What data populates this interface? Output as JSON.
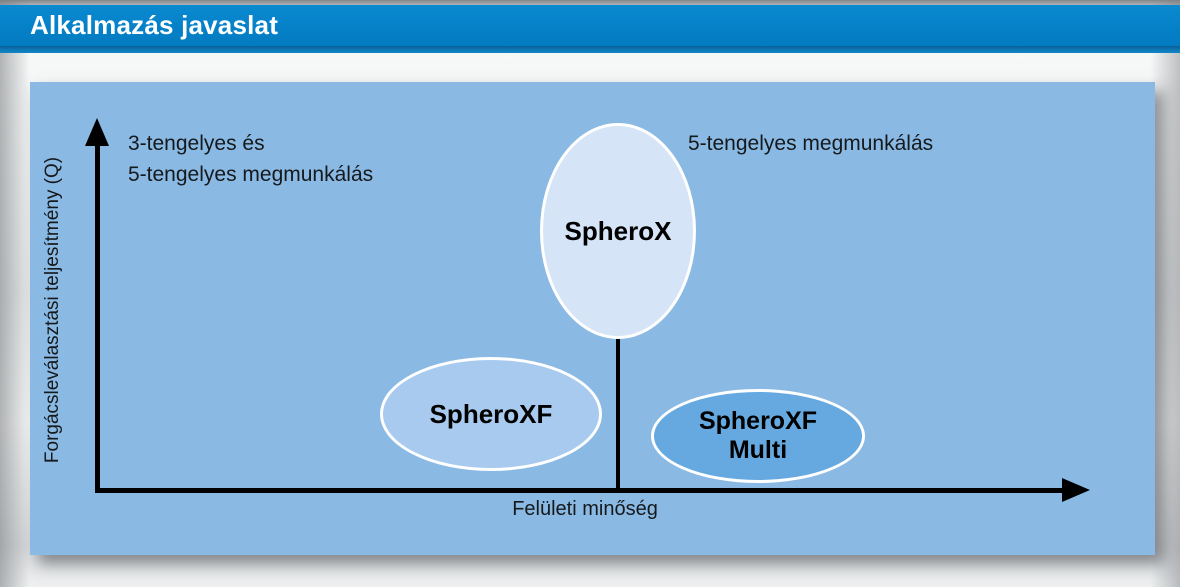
{
  "header": {
    "title": "Alkalmazás javaslat"
  },
  "chart_data": {
    "type": "scatter",
    "subtype": "qualitative-positioning-bubble-map",
    "title": "Alkalmazás javaslat",
    "xlabel": "Felületi minőség",
    "ylabel": "Forgácsleválasztási teljesítmény (Q)",
    "x_range": [
      0,
      1
    ],
    "y_range": [
      0,
      1
    ],
    "grid": false,
    "legend": false,
    "annotations": [
      {
        "position": "top-left",
        "lines": [
          "3-tengelyes és",
          "5-tengelyes megmunkálás"
        ]
      },
      {
        "position": "top-right",
        "lines": [
          "5-tengelyes megmunkálás"
        ]
      }
    ],
    "series": [
      {
        "name": "SpheroX",
        "label_lines": [
          "SpheroX"
        ],
        "x": 0.52,
        "y": 0.7,
        "x_extent": 0.16,
        "y_extent": 0.59,
        "fill": "#d5e4f6",
        "border": "#ffffff",
        "connector_to_x_axis": true
      },
      {
        "name": "SpheroXF",
        "label_lines": [
          "SpheroXF"
        ],
        "x": 0.4,
        "y": 0.21,
        "x_extent": 0.22,
        "y_extent": 0.31,
        "fill": "#a7caee",
        "border": "#ffffff",
        "connector_to_x_axis": false
      },
      {
        "name": "SpheroXF Multi",
        "label_lines": [
          "SpheroXF",
          "Multi"
        ],
        "x": 0.67,
        "y": 0.15,
        "x_extent": 0.22,
        "y_extent": 0.26,
        "fill": "#65a9e0",
        "border": "#ffffff",
        "connector_to_x_axis": false
      }
    ],
    "colors": {
      "titlebar_bg": "#0580c7",
      "titlebar_underline": "#0d79b6",
      "titlebar_text": "#ffffff",
      "panel_bg": "#8abae4",
      "axis": "#000000",
      "text": "#16191c",
      "page_bg": "#e7e9ea"
    }
  }
}
